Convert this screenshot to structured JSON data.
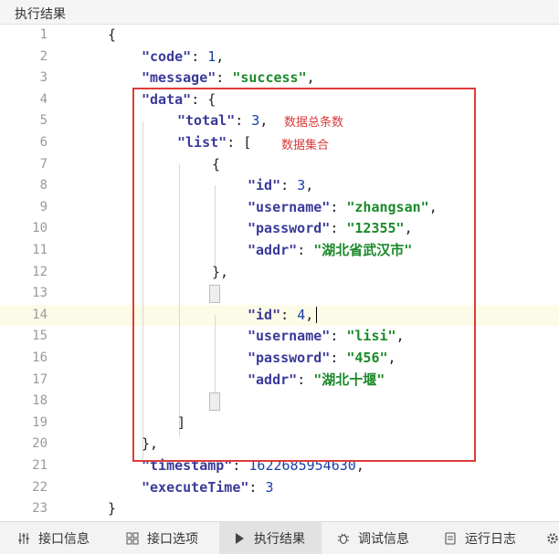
{
  "header": {
    "title": "执行结果"
  },
  "editor": {
    "lines": [
      {
        "num": "1"
      },
      {
        "num": "2"
      },
      {
        "num": "3"
      },
      {
        "num": "4"
      },
      {
        "num": "5"
      },
      {
        "num": "6"
      },
      {
        "num": "7"
      },
      {
        "num": "8"
      },
      {
        "num": "9"
      },
      {
        "num": "10"
      },
      {
        "num": "11"
      },
      {
        "num": "12"
      },
      {
        "num": "13"
      },
      {
        "num": "14"
      },
      {
        "num": "15"
      },
      {
        "num": "16"
      },
      {
        "num": "17"
      },
      {
        "num": "18"
      },
      {
        "num": "19"
      },
      {
        "num": "20"
      },
      {
        "num": "21"
      },
      {
        "num": "22"
      },
      {
        "num": "23"
      }
    ],
    "json": {
      "code_key": "\"code\"",
      "code_val": "1",
      "message_key": "\"message\"",
      "message_val": "\"success\"",
      "data_key": "\"data\"",
      "total_key": "\"total\"",
      "total_val": "3",
      "list_key": "\"list\"",
      "item1": {
        "id_key": "\"id\"",
        "id_val": "3",
        "username_key": "\"username\"",
        "username_val": "\"zhangsan\"",
        "password_key": "\"password\"",
        "password_val": "\"12355\"",
        "addr_key": "\"addr\"",
        "addr_val": "\"湖北省武汉市\""
      },
      "item2": {
        "id_key": "\"id\"",
        "id_val": "4",
        "username_key": "\"username\"",
        "username_val": "\"lisi\"",
        "password_key": "\"password\"",
        "password_val": "\"456\"",
        "addr_key": "\"addr\"",
        "addr_val": "\"湖北十堰\""
      },
      "timestamp_key": "\"timestamp\"",
      "timestamp_val": "1622685954630",
      "executeTime_key": "\"executeTime\"",
      "executeTime_val": "3"
    },
    "annotations": {
      "total_note": "数据总条数",
      "list_note": "数据集合"
    },
    "highlight_color": "#e03b3b"
  },
  "tabs": [
    {
      "label": "接口信息",
      "icon": "sliders-icon"
    },
    {
      "label": "接口选项",
      "icon": "grid-icon"
    },
    {
      "label": "执行结果",
      "icon": "play-icon",
      "active": true
    },
    {
      "label": "调试信息",
      "icon": "debug-icon"
    },
    {
      "label": "运行日志",
      "icon": "log-icon"
    }
  ]
}
